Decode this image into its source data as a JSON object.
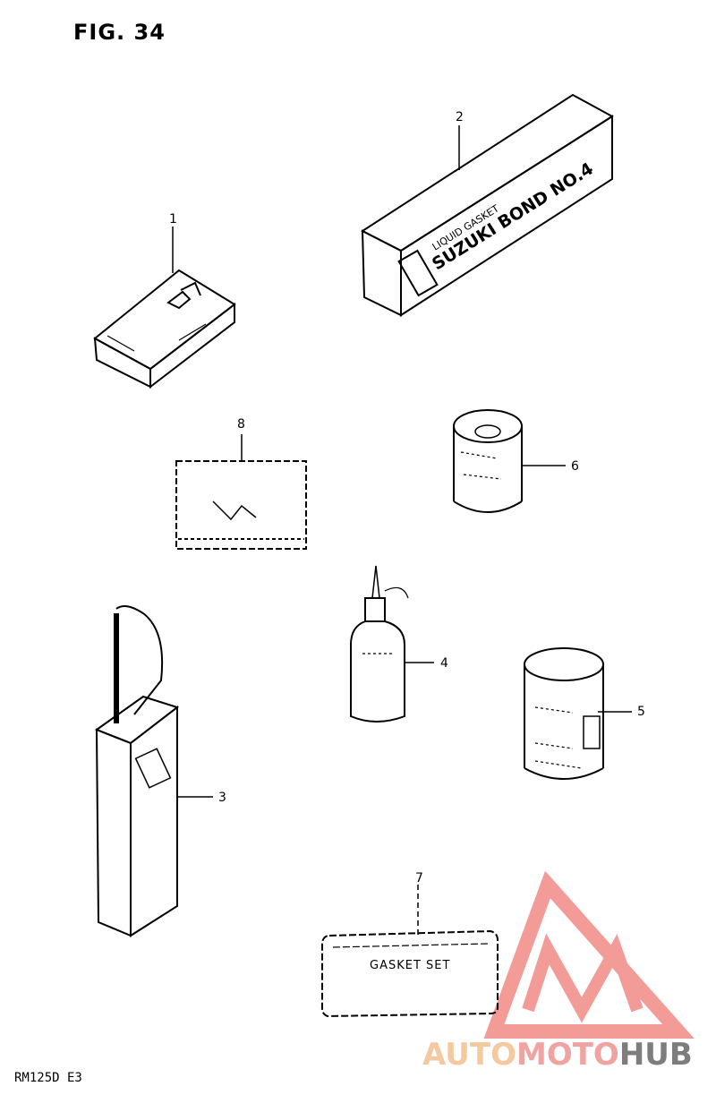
{
  "figure": {
    "title": "FIG. 34",
    "model_code": "RM125D E3"
  },
  "callouts": [
    "1",
    "2",
    "3",
    "4",
    "5",
    "6",
    "7",
    "8"
  ],
  "parts": {
    "bond_box_label_line1": "LIQUID GASKET",
    "bond_box_label_line2": "SUZUKI BOND NO.4",
    "gasket_set_label": "GASKET SET"
  },
  "watermark": {
    "part1": "AUTO",
    "part2": "MOTO",
    "part3": "HUB",
    "colors": {
      "auto": "#f5c9a0",
      "moto": "#f0a3a0",
      "hub": "#7d7d7d",
      "logo": "#f08a86"
    }
  }
}
